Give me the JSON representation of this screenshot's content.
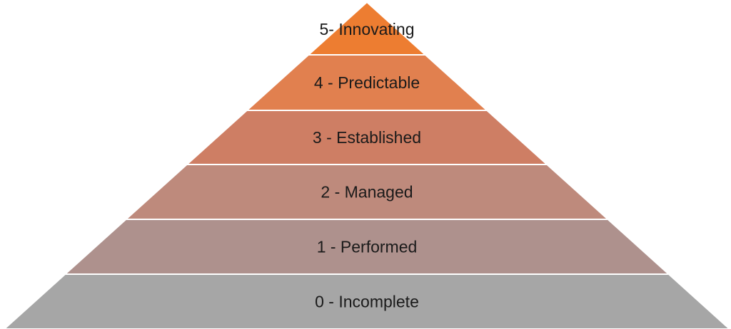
{
  "pyramid": {
    "levels": [
      {
        "label": "5- Innovating",
        "color": "#ED7D31"
      },
      {
        "label": "4 - Predictable",
        "color": "#E1804F"
      },
      {
        "label": "3 - Established",
        "color": "#CE7E64"
      },
      {
        "label": "2 - Managed",
        "color": "#BE8A7C"
      },
      {
        "label": "1 - Performed",
        "color": "#AE918D"
      },
      {
        "label": "0 - Incomplete",
        "color": "#A6A6A6"
      }
    ],
    "separator_color": "#FFFFFF"
  }
}
